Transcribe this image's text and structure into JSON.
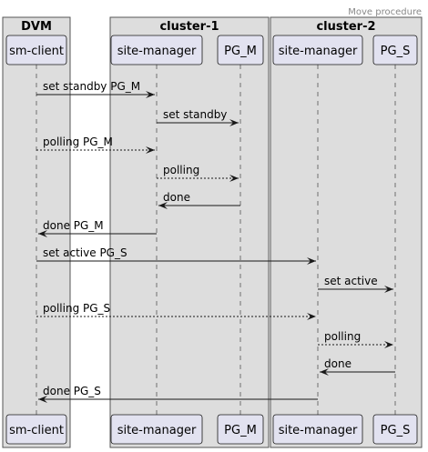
{
  "header": "Move procedure",
  "boxes": [
    {
      "id": "dvm",
      "title": "DVM"
    },
    {
      "id": "cluster1",
      "title": "cluster-1"
    },
    {
      "id": "cluster2",
      "title": "cluster-2"
    }
  ],
  "participants": [
    {
      "id": "smc",
      "label": "sm-client"
    },
    {
      "id": "sm1",
      "label": "site-manager"
    },
    {
      "id": "pgm",
      "label": "PG_M"
    },
    {
      "id": "sm2",
      "label": "site-manager"
    },
    {
      "id": "pgs",
      "label": "PG_S"
    }
  ],
  "messages": [
    {
      "from": "smc",
      "to": "sm1",
      "label": "set standby PG_M",
      "style": "solid"
    },
    {
      "from": "sm1",
      "to": "pgm",
      "label": "set standby",
      "style": "solid"
    },
    {
      "from": "smc",
      "to": "sm1",
      "label": "polling PG_M",
      "style": "dashed"
    },
    {
      "from": "sm1",
      "to": "pgm",
      "label": "polling",
      "style": "dashed"
    },
    {
      "from": "pgm",
      "to": "sm1",
      "label": "done",
      "style": "solid"
    },
    {
      "from": "sm1",
      "to": "smc",
      "label": "done PG_M",
      "style": "solid"
    },
    {
      "from": "smc",
      "to": "sm2",
      "label": "set active PG_S",
      "style": "solid"
    },
    {
      "from": "sm2",
      "to": "pgs",
      "label": "set active",
      "style": "solid"
    },
    {
      "from": "smc",
      "to": "sm2",
      "label": "polling PG_S",
      "style": "dashed"
    },
    {
      "from": "sm2",
      "to": "pgs",
      "label": "polling",
      "style": "dashed"
    },
    {
      "from": "pgs",
      "to": "sm2",
      "label": "done",
      "style": "solid"
    },
    {
      "from": "sm2",
      "to": "smc",
      "label": "done PG_S",
      "style": "solid"
    }
  ],
  "colors": {
    "box_fill": "#dddddd",
    "box_border": "#555555",
    "participant_fill": "#e2e2f0",
    "participant_border": "#181818",
    "lifeline": "#555555",
    "arrow": "#181818"
  }
}
